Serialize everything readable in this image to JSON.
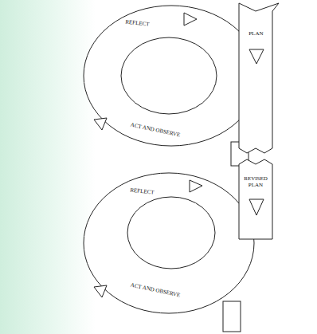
{
  "diagram": {
    "labels": [
      "REFLECT",
      "PLAN",
      "ACT AND OBSERVE",
      "REFLECT",
      "REVISED PLAN",
      "ACT AND OBSERVE"
    ]
  }
}
